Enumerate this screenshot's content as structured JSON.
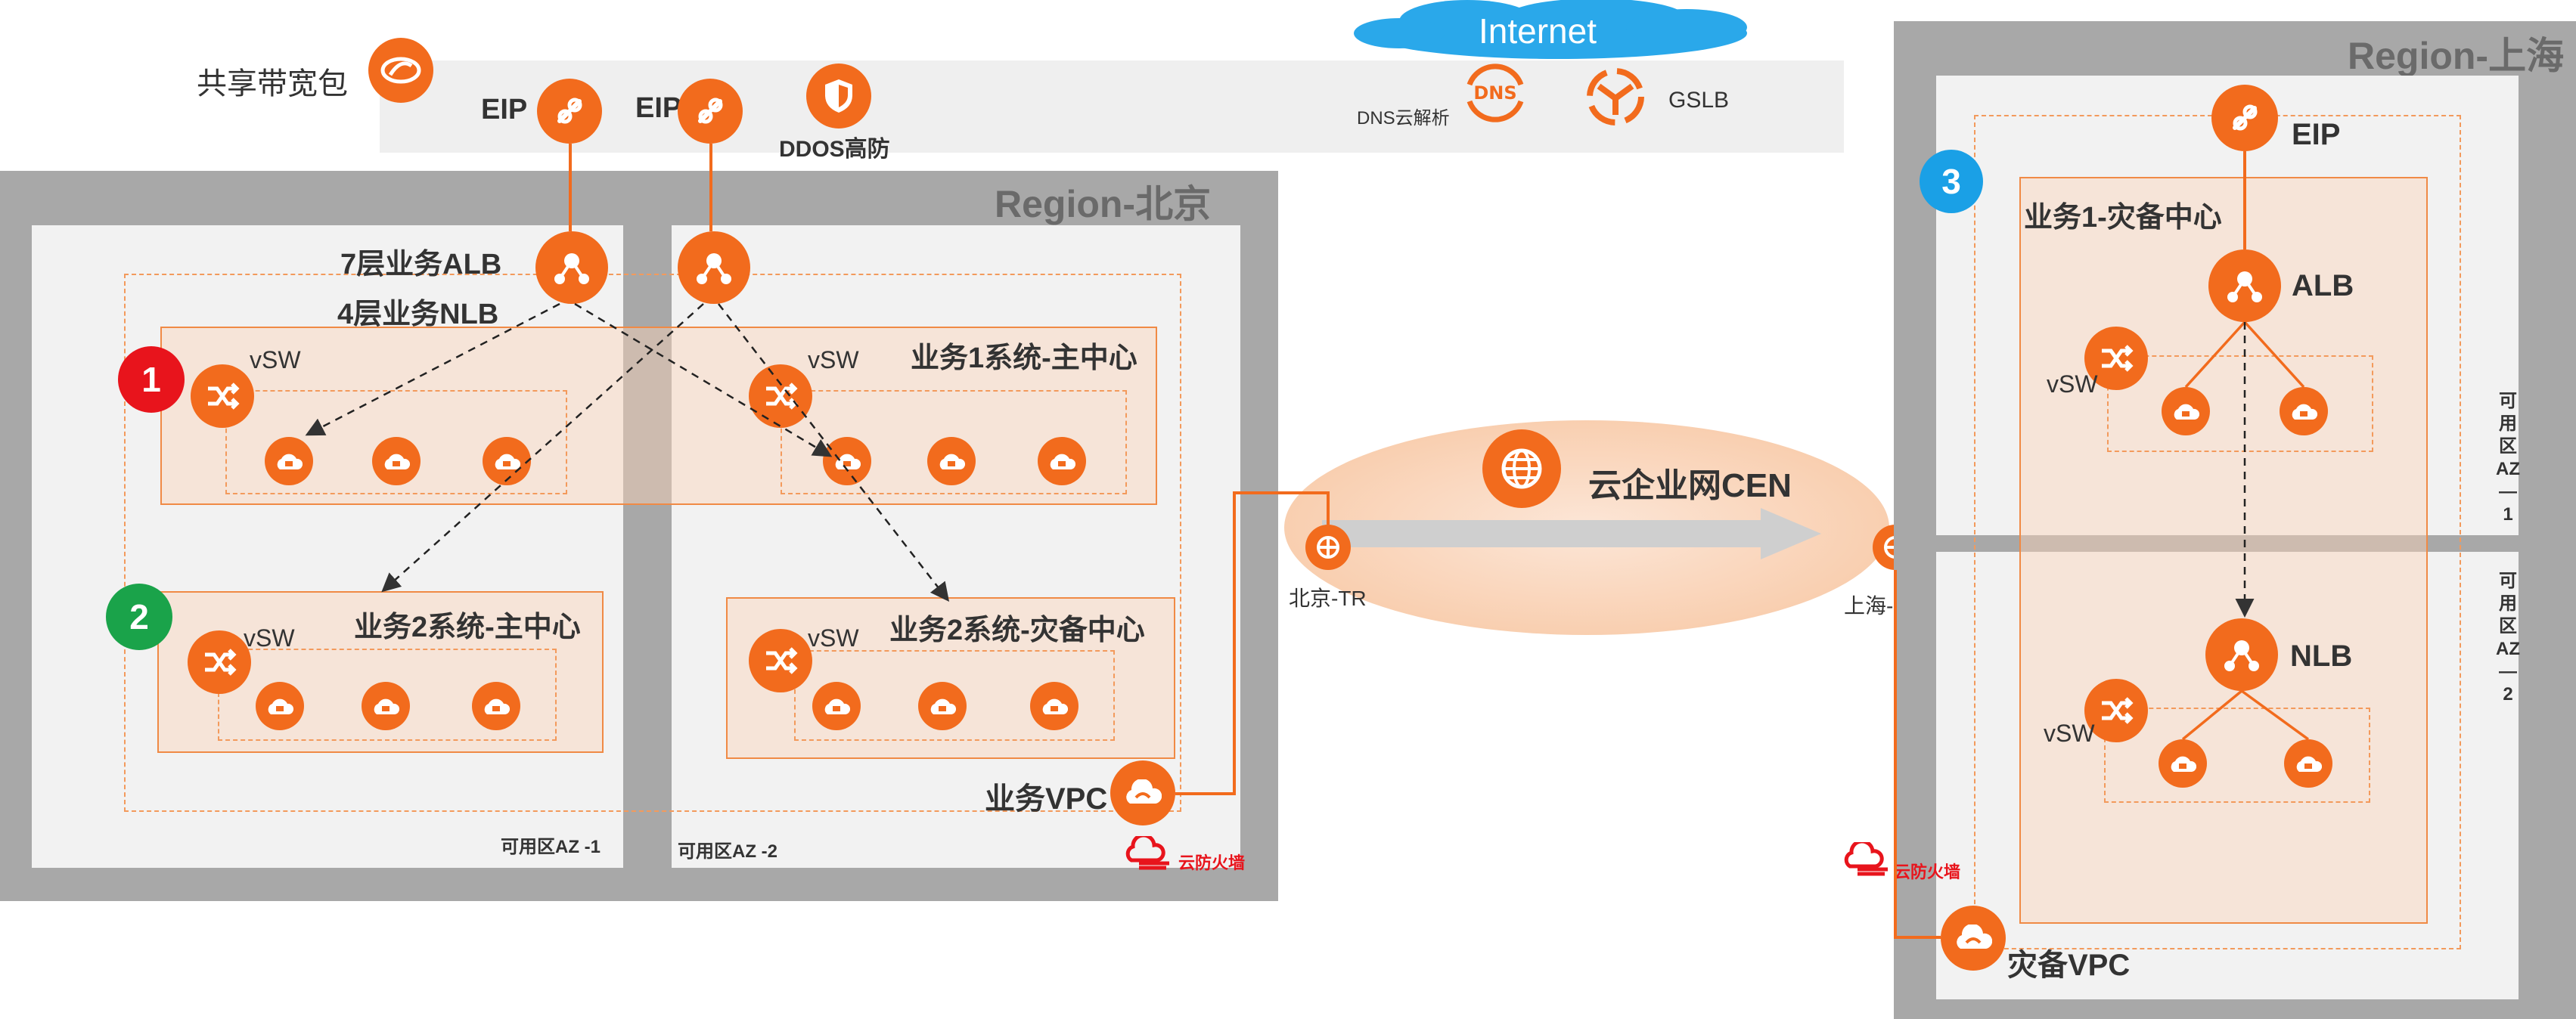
{
  "labels": {
    "internet": "Internet",
    "shared_bw": "共享带宽包",
    "eip": "EIP",
    "ddos": "DDOS高防",
    "dns": "DNS云解析",
    "gslb": "GSLB",
    "region_bj": "Region-北京",
    "region_sh": "Region-上海",
    "alb7": "7层业务ALB",
    "nlb4": "4层业务NLB",
    "vsw": "vSW",
    "biz1_main": "业务1系统-主中心",
    "biz2_main": "业务2系统-主中心",
    "biz2_dr": "业务2系统-灾备中心",
    "biz1_dr": "业务1-灾备中心",
    "biz_vpc": "业务VPC",
    "dr_vpc": "灾备VPC",
    "az1": "可用区AZ -1",
    "az2": "可用区AZ -2",
    "az1_sh": "可\n用\n区\nAZ\n—\n1",
    "az2_sh": "可\n用\n区\nAZ\n—\n2",
    "cen": "云企业网CEN",
    "bj_tr": "北京-TR",
    "sh_tr": "上海-TR",
    "firewall": "云防火墙",
    "alb": "ALB",
    "nlb": "NLB",
    "n1": "1",
    "n2": "2",
    "n3": "3"
  },
  "colors": {
    "orange": "#f26b1d",
    "red_badge": "#e8141c",
    "green_badge": "#1aa34a",
    "blue_badge": "#1aa0e6",
    "cloud_blue": "#2aa8ea",
    "region_gray": "#a8a8a8"
  }
}
